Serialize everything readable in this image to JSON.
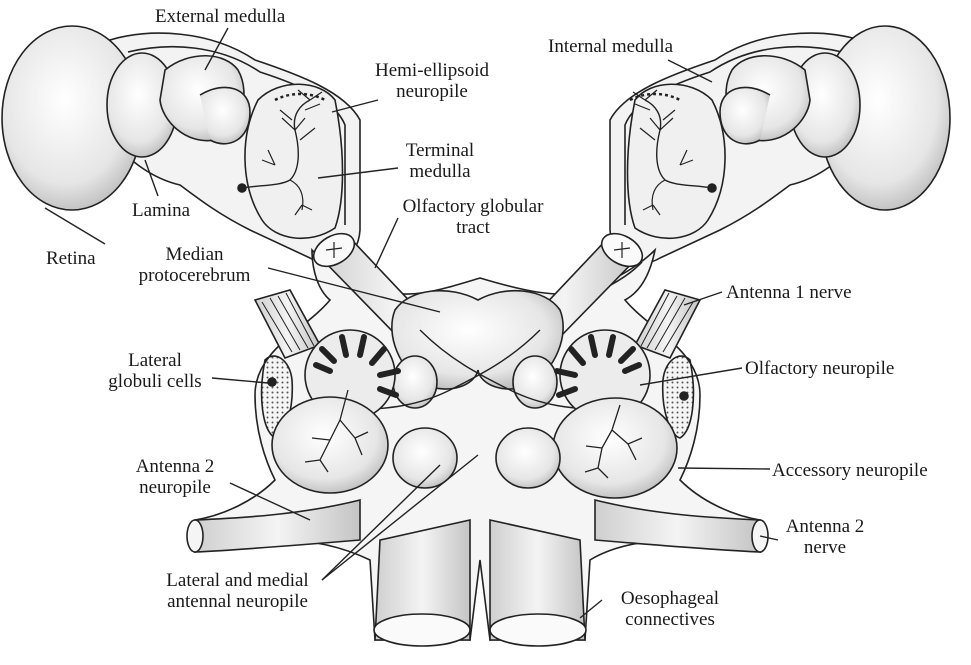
{
  "labels": {
    "external_medulla": "External medulla",
    "internal_medulla": "Internal medulla",
    "hemi_ellipsoid": [
      "Hemi-ellipsoid",
      "neuropile"
    ],
    "terminal_medulla": [
      "Terminal",
      "medulla"
    ],
    "olfactory_globular_tract": [
      "Olfactory globular",
      "tract"
    ],
    "lamina": "Lamina",
    "retina": "Retina",
    "median_protocerebrum": [
      "Median",
      "protocerebrum"
    ],
    "antenna1_nerve": "Antenna 1 nerve",
    "lateral_globuli_cells": [
      "Lateral",
      "globuli cells"
    ],
    "olfactory_neuropile": "Olfactory neuropile",
    "antenna2_neuropile": [
      "Antenna 2",
      "neuropile"
    ],
    "accessory_neuropile": "Accessory neuropile",
    "antenna2_nerve": [
      "Antenna 2",
      "nerve"
    ],
    "lateral_medial_antennal": [
      "Lateral and medial",
      "antennal neuropile"
    ],
    "oesophageal_connectives": [
      "Oesophageal",
      "connectives"
    ]
  }
}
